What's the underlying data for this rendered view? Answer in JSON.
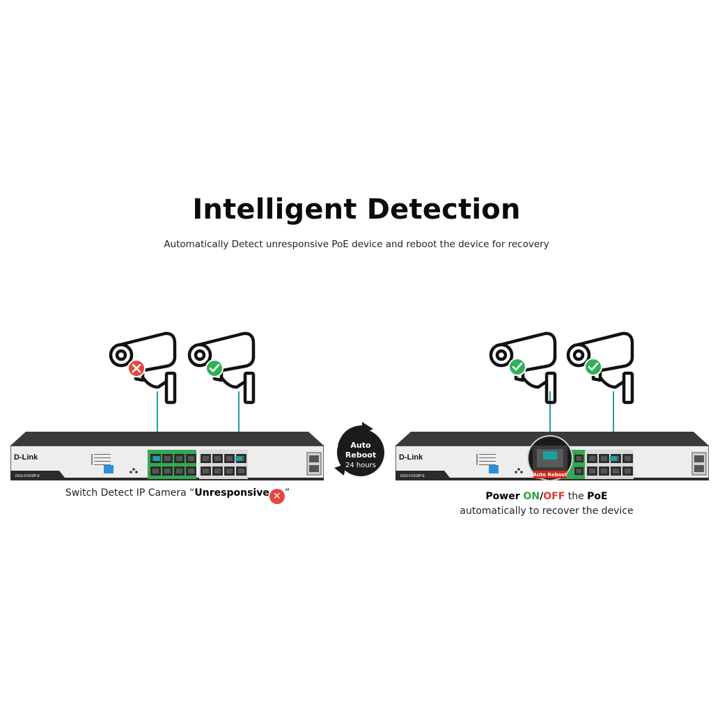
{
  "header": {
    "title": "Intelligent Detection",
    "subtitle": "Automatically Detect unresponsive PoE device and reboot the device for recovery"
  },
  "switch": {
    "brand": "D-Link",
    "model": "DGS-F1018P-E"
  },
  "middle_badge": {
    "line1": "Auto",
    "line2": "Reboot",
    "line3": "24 hours"
  },
  "reboot_label": "Auto Reboot",
  "left_caption": {
    "prefix": "Switch Detect IP Camera “",
    "emphasis": "Unresponsive",
    "suffix": "”"
  },
  "right_caption": {
    "w_power": "Power ",
    "w_on": "ON",
    "w_slash": "/",
    "w_off": "OFF",
    "w_the": " the ",
    "w_poe": "PoE",
    "line2": "automatically to recover the device"
  },
  "colors": {
    "cable": "#1e9ea3",
    "ok": "#2fb15a",
    "error": "#e4473f",
    "on": "#2ea33c",
    "off": "#e23a2f"
  },
  "icons": [
    "camera-icon",
    "check-icon",
    "error-x-icon",
    "reboot-arrows-icon"
  ]
}
